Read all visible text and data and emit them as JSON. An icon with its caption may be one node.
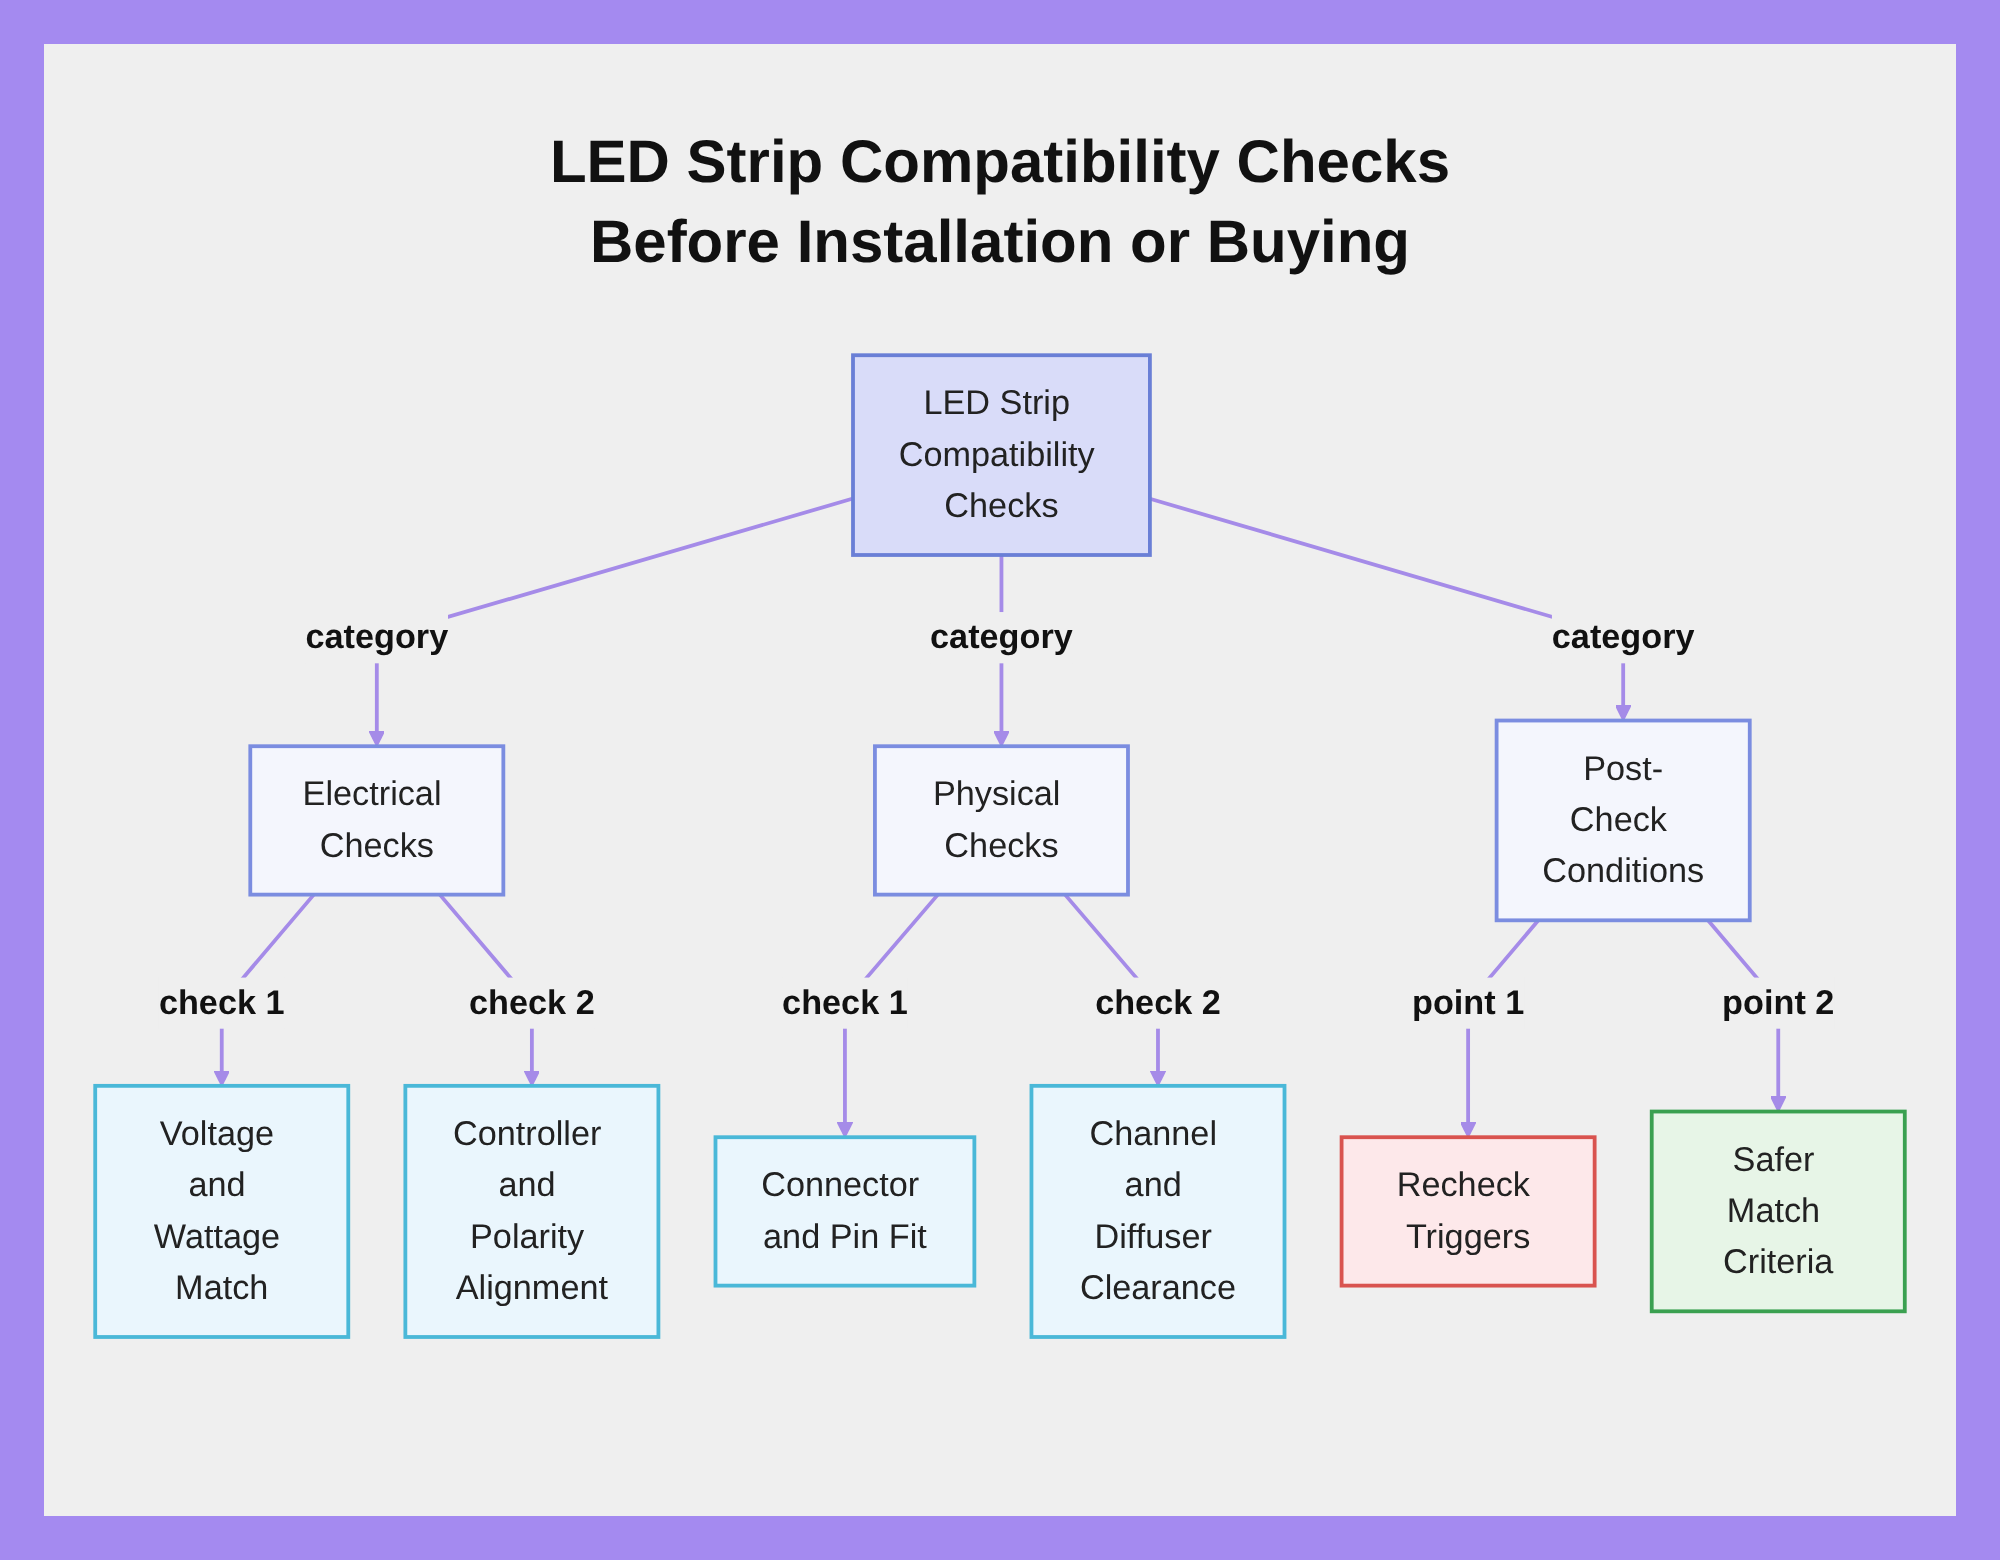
{
  "diagram": {
    "title": "LED Strip Compatibility Checks Before Installation or Buying",
    "nodes": [
      {
        "text": [
          "LED Strip Compatibility Checks"
        ]
      },
      {
        "text": [
          "Electrical Checks"
        ]
      },
      {
        "text": [
          "Physical Checks"
        ]
      },
      {
        "text": [
          "Post-Check Conditions"
        ]
      },
      {
        "text": [
          "Voltage and Wattage Match"
        ]
      },
      {
        "text": [
          "Controller and Polarity Alignment"
        ]
      },
      {
        "text": [
          "Connector and Pin Fit"
        ]
      },
      {
        "text": [
          "Channel and Diffuser Clearance"
        ]
      },
      {
        "text": [
          "Recheck Triggers"
        ]
      },
      {
        "text": [
          "Safer Match Criteria"
        ]
      }
    ],
    "edges": [
      {
        "from": 0,
        "to": 1,
        "arrow": "to",
        "label": "category"
      },
      {
        "from": 0,
        "to": 2,
        "arrow": "to",
        "label": "category"
      },
      {
        "from": 0,
        "to": 3,
        "arrow": "to",
        "label": "category"
      },
      {
        "from": 1,
        "to": 4,
        "arrow": "to",
        "label": "check 1"
      },
      {
        "from": 1,
        "to": 5,
        "arrow": "to",
        "label": "check 2"
      },
      {
        "from": 2,
        "to": 6,
        "arrow": "to",
        "label": "check 1"
      },
      {
        "from": 2,
        "to": 7,
        "arrow": "to",
        "label": "check 2"
      },
      {
        "from": 3,
        "to": 8,
        "arrow": "to",
        "label": "point 1"
      },
      {
        "from": 3,
        "to": 9,
        "arrow": "to",
        "label": "point 2"
      }
    ]
  }
}
